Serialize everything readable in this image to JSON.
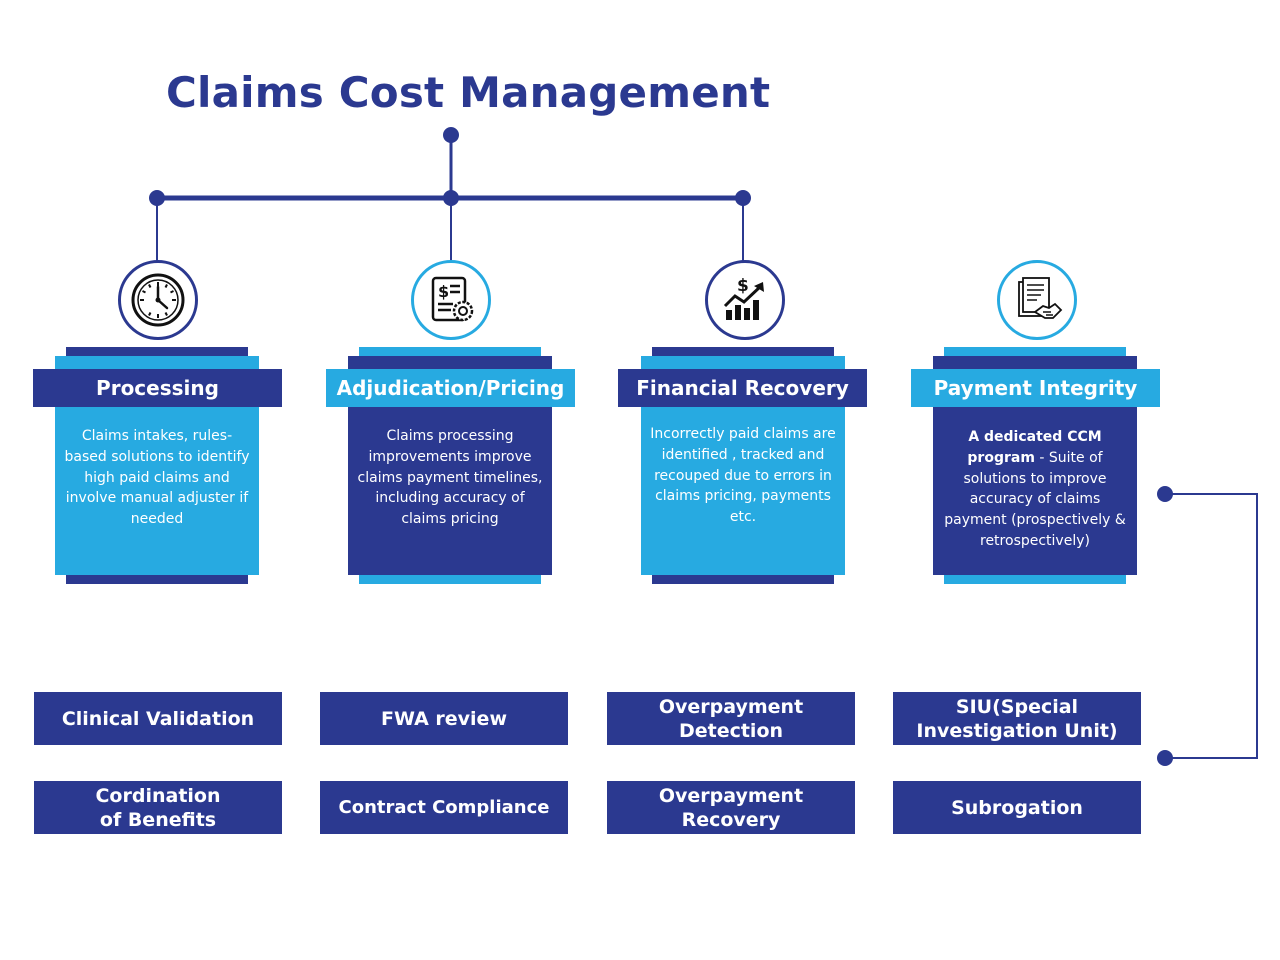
{
  "title": "Claims Cost Management",
  "colors": {
    "dark_blue": "#2b3990",
    "light_blue": "#27aae1"
  },
  "columns": [
    {
      "heading": "Processing",
      "icon": "clock-icon",
      "text": "Claims intakes, rules-based solutions to identify high paid claims and involve manual adjuster if needed"
    },
    {
      "heading": "Adjudication/Pricing",
      "icon": "invoice-gear-icon",
      "text": "Claims processing improvements improve claims payment timelines, including accuracy of claims pricing"
    },
    {
      "heading": "Financial Recovery",
      "icon": "dollar-growth-chart-icon",
      "text": "Incorrectly paid claims are identified , tracked and recouped due to errors in claims pricing, payments etc."
    },
    {
      "heading": "Payment Integrity",
      "icon": "document-handshake-icon",
      "text_bold": "A dedicated CCM program",
      "text": " - Suite of solutions to improve accuracy of claims payment (prospectively & retrospectively)"
    }
  ],
  "boxes": {
    "row1": [
      "Clinical Validation",
      "FWA review",
      "Overpayment Detection",
      "SIU(Special Investigation Unit)"
    ],
    "row2": [
      "Cordination of Benefits",
      "Contract Compliance",
      "Overpayment Recovery",
      "Subrogation"
    ]
  }
}
